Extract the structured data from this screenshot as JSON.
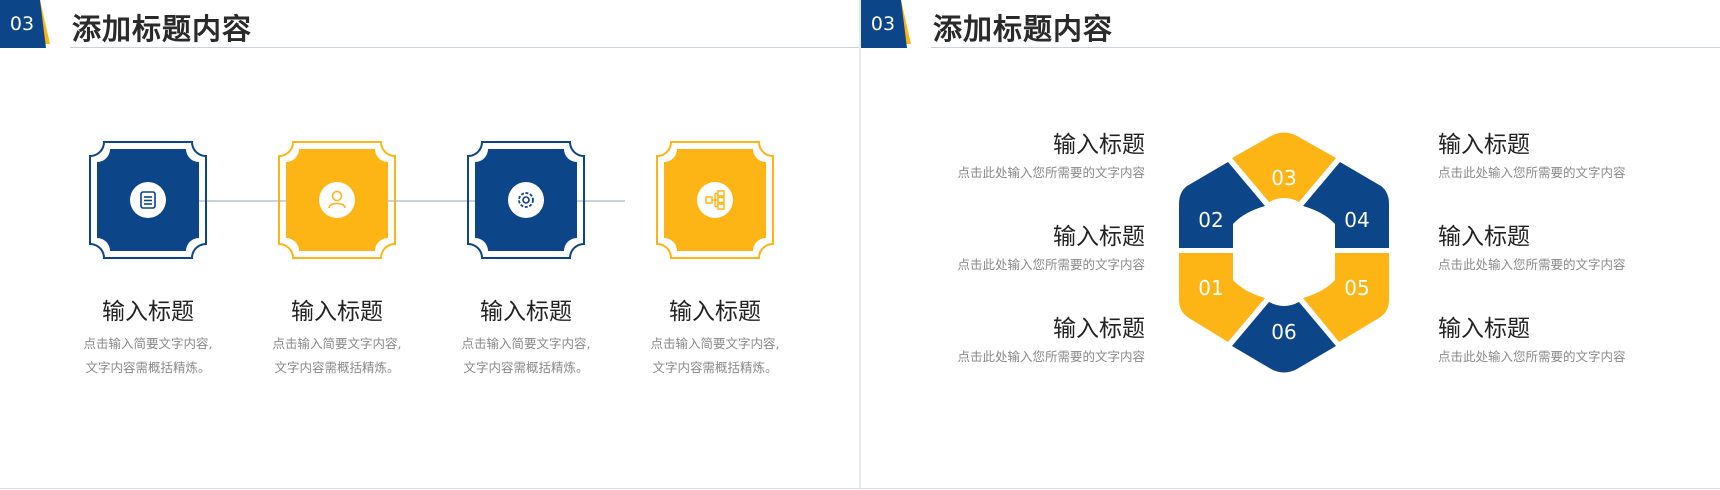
{
  "colors": {
    "navy": "#0c4588",
    "gold": "#fdb515",
    "text": "#222222",
    "muted": "#8a8a8a"
  },
  "left_slide": {
    "badge": "03",
    "title": "添加标题内容",
    "cards": [
      {
        "icon": "list-icon",
        "color": "navy",
        "title": "输入标题",
        "desc_line1": "点击输入简要文字内容,",
        "desc_line2": "文字内容需概括精炼。"
      },
      {
        "icon": "user-icon",
        "color": "gold",
        "title": "输入标题",
        "desc_line1": "点击输入简要文字内容,",
        "desc_line2": "文字内容需概括精炼。"
      },
      {
        "icon": "gear-icon",
        "color": "navy",
        "title": "输入标题",
        "desc_line1": "点击输入简要文字内容,",
        "desc_line2": "文字内容需概括精炼。"
      },
      {
        "icon": "hierarchy-icon",
        "color": "gold",
        "title": "输入标题",
        "desc_line1": "点击输入简要文字内容,",
        "desc_line2": "文字内容需概括精炼。"
      }
    ]
  },
  "right_slide": {
    "badge": "03",
    "title": "添加标题内容",
    "segments": [
      "01",
      "02",
      "03",
      "04",
      "05",
      "06"
    ],
    "left_items": [
      {
        "title": "输入标题",
        "desc": "点击此处输入您所需要的文字内容"
      },
      {
        "title": "输入标题",
        "desc": "点击此处输入您所需要的文字内容"
      },
      {
        "title": "输入标题",
        "desc": "点击此处输入您所需要的文字内容"
      }
    ],
    "right_items": [
      {
        "title": "输入标题",
        "desc": "点击此处输入您所需要的文字内容"
      },
      {
        "title": "输入标题",
        "desc": "点击此处输入您所需要的文字内容"
      },
      {
        "title": "输入标题",
        "desc": "点击此处输入您所需要的文字内容"
      }
    ]
  }
}
